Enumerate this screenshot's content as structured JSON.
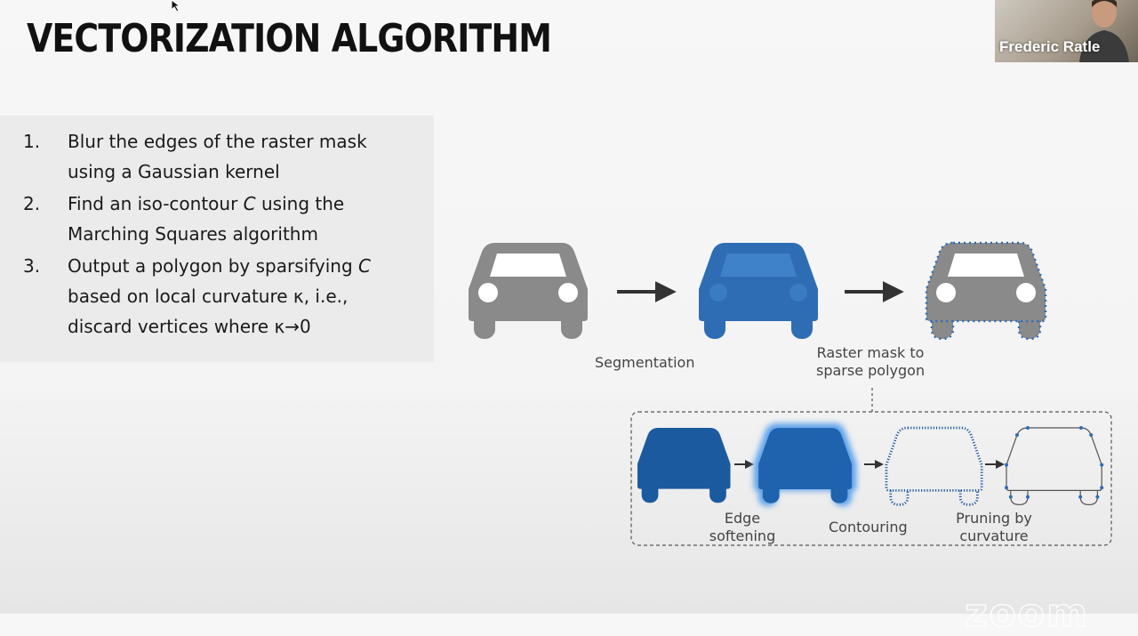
{
  "slide": {
    "title": "VECTORIZATION ALGORITHM",
    "steps": [
      {
        "num": "1.",
        "line1": "Blur the edges of the raster mask",
        "line2": "using a Gaussian kernel"
      },
      {
        "num": "2.",
        "line1_a": "Find an iso-contour ",
        "line1_var": "C",
        "line1_b": " using the",
        "line2": "Marching Squares algorithm"
      },
      {
        "num": "3.",
        "line1_a": "Output a polygon by sparsifying ",
        "line1_var": "C",
        "line2": "based on local curvature κ, i.e.,",
        "line3": "discard vertices where κ→0"
      }
    ]
  },
  "diagram": {
    "labels": {
      "segmentation": "Segmentation",
      "raster_line1": "Raster mask to",
      "raster_line2": "sparse polygon",
      "edge_line1": "Edge",
      "edge_line2": "softening",
      "contouring": "Contouring",
      "pruning_line1": "Pruning by",
      "pruning_line2": "curvature"
    },
    "colors": {
      "car_gray": "#8a8a8a",
      "car_blue": "#2e6db4",
      "dark_blue": "#1c5aa0"
    }
  },
  "video": {
    "participant_name": "Frederic Ratle"
  },
  "watermark": "zoom"
}
